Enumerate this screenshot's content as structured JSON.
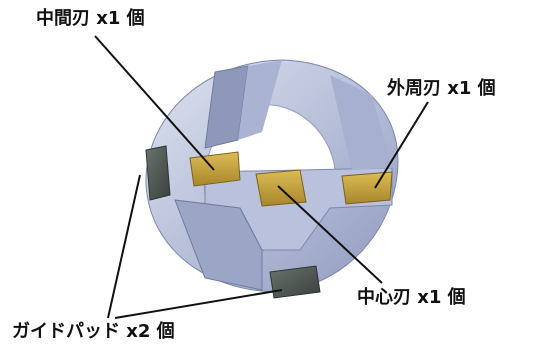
{
  "labels": {
    "middle_blade": "中間刃 x1 個",
    "outer_blade": "外周刃 x1 個",
    "center_blade": "中心刃 x1 個",
    "guide_pad": "ガイドパッド x2 個"
  },
  "colors": {
    "body_light": "#c9d0e6",
    "body_mid": "#9ea8c8",
    "body_dark": "#6f7a9e",
    "insert_gold": "#c8a43c",
    "insert_gold_dark": "#8f7322",
    "pad_dark": "#4c5450",
    "leader_line": "#111111"
  }
}
